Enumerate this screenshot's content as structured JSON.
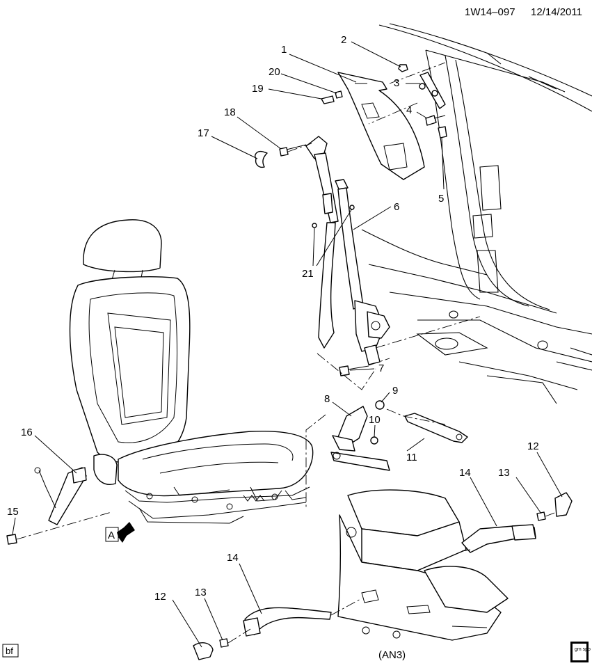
{
  "header": {
    "code": "1W14–097",
    "date": "12/14/2011"
  },
  "footer": {
    "bottom_left_tag": "bf",
    "bottom_center_tag": "(AN3)",
    "logo_text": "gm spo"
  },
  "view_marker": {
    "letter": "A"
  },
  "callouts": [
    {
      "id": "c1",
      "label": "1"
    },
    {
      "id": "c2",
      "label": "2"
    },
    {
      "id": "c3",
      "label": "3"
    },
    {
      "id": "c4",
      "label": "4"
    },
    {
      "id": "c5",
      "label": "5"
    },
    {
      "id": "c6",
      "label": "6"
    },
    {
      "id": "c7",
      "label": "7"
    },
    {
      "id": "c8",
      "label": "8"
    },
    {
      "id": "c9",
      "label": "9"
    },
    {
      "id": "c10",
      "label": "10"
    },
    {
      "id": "c11",
      "label": "11"
    },
    {
      "id": "c12a",
      "label": "12"
    },
    {
      "id": "c12b",
      "label": "12"
    },
    {
      "id": "c13a",
      "label": "13"
    },
    {
      "id": "c13b",
      "label": "13"
    },
    {
      "id": "c14a",
      "label": "14"
    },
    {
      "id": "c14b",
      "label": "14"
    },
    {
      "id": "c15",
      "label": "15"
    },
    {
      "id": "c16",
      "label": "16"
    },
    {
      "id": "c17",
      "label": "17"
    },
    {
      "id": "c18",
      "label": "18"
    },
    {
      "id": "c19",
      "label": "19"
    },
    {
      "id": "c20",
      "label": "20"
    },
    {
      "id": "c21",
      "label": "21"
    }
  ]
}
